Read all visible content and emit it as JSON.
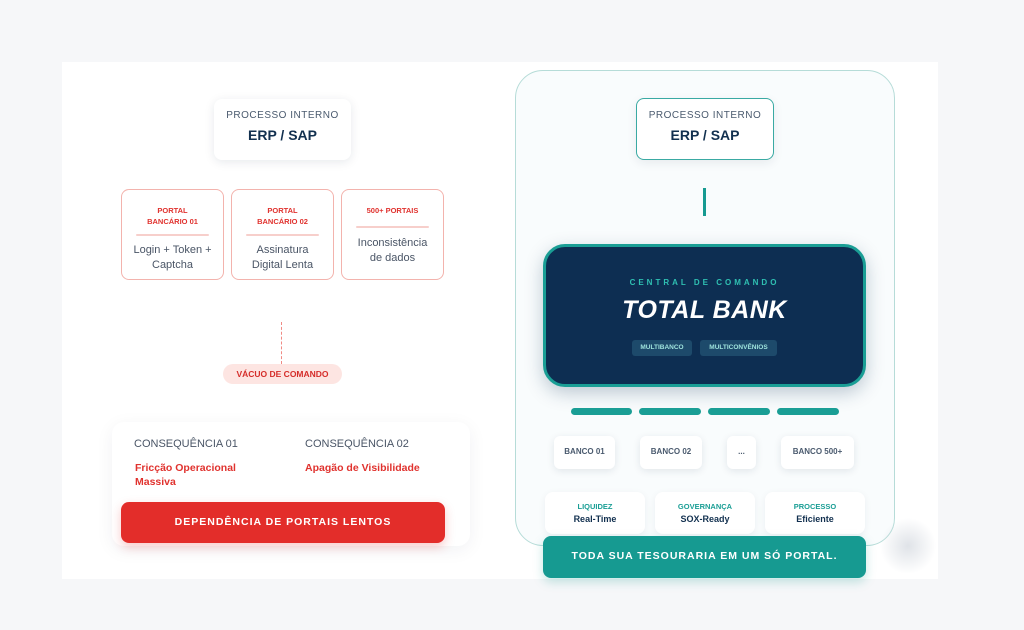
{
  "left": {
    "erp": {
      "top": "PROCESSO INTERNO",
      "main": "ERP / SAP"
    },
    "portals": [
      {
        "title": "PORTAL BANCÁRIO 01",
        "text": "Login + Token + Captcha"
      },
      {
        "title": "PORTAL BANCÁRIO 02",
        "text": "Assinatura Digital Lenta"
      },
      {
        "title": "500+ PORTAIS",
        "text": "Inconsistência de dados"
      }
    ],
    "vacuo": "VÁCUO DE COMANDO",
    "consequences": [
      {
        "title": "CONSEQUÊNCIA 01",
        "text": "Fricção Operacional Massiva"
      },
      {
        "title": "CONSEQUÊNCIA 02",
        "text": "Apagão de Visibilidade"
      }
    ],
    "button": "DEPENDÊNCIA DE PORTAIS LENTOS"
  },
  "right": {
    "erp": {
      "top": "PROCESSO INTERNO",
      "main": "ERP / SAP"
    },
    "central": {
      "top": "CENTRAL DE COMANDO",
      "main": "TOTAL BANK",
      "pills": [
        "MULTIBANCO",
        "MULTICONVÊNIOS"
      ]
    },
    "banks": [
      "BANCO 01",
      "BANCO 02",
      "...",
      "BANCO 500+"
    ],
    "metrics": [
      {
        "title": "LIQUIDEZ",
        "value": "Real-Time"
      },
      {
        "title": "GOVERNANÇA",
        "value": "SOX-Ready"
      },
      {
        "title": "PROCESSO",
        "value": "Eficiente"
      }
    ],
    "button": "TODA SUA TESOURARIA EM UM SÓ PORTAL."
  },
  "colors": {
    "red": "#e32d2a",
    "teal": "#169a91",
    "navy": "#0d2e52"
  }
}
